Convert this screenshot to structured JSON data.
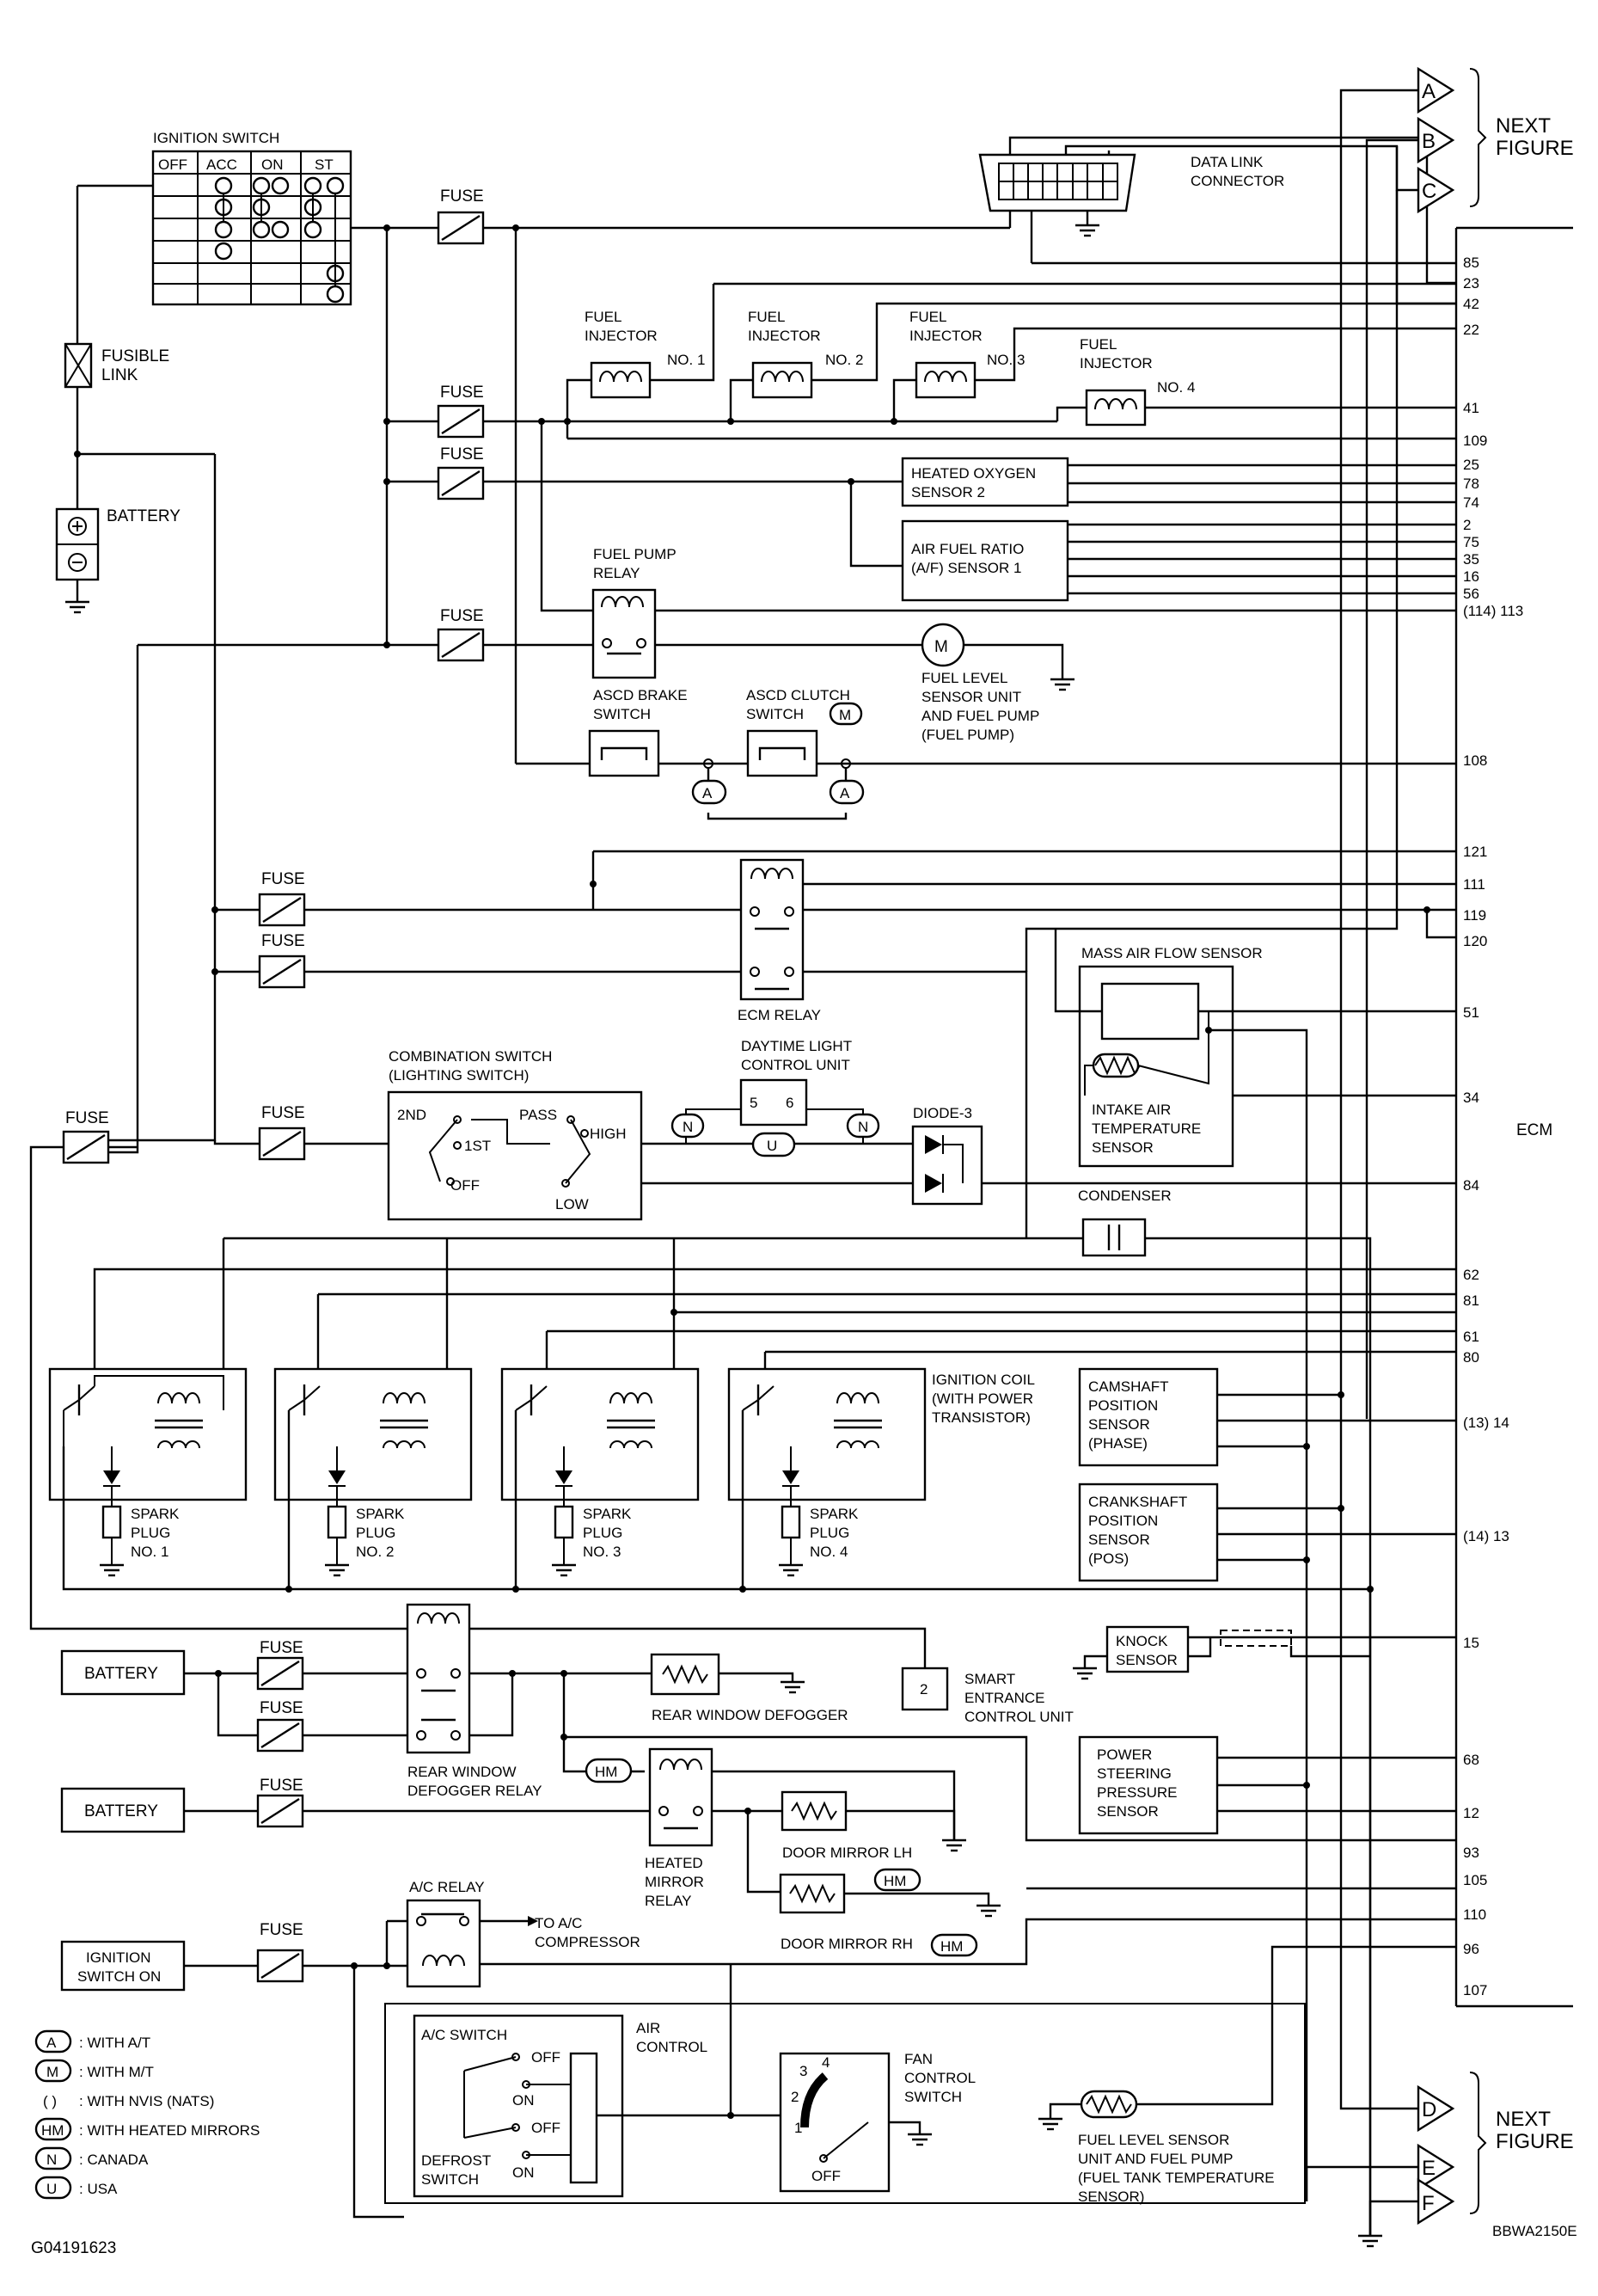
{
  "ignition_switch": {
    "title": "IGNITION SWITCH",
    "positions": [
      "OFF",
      "ACC",
      "ON",
      "ST"
    ]
  },
  "labels": {
    "fusible_link": [
      "FUSIBLE",
      "LINK"
    ],
    "battery": "BATTERY",
    "fuse": "FUSE",
    "data_link_connector": [
      "DATA LINK",
      "CONNECTOR"
    ],
    "next_figure": [
      "NEXT",
      "FIGURE"
    ],
    "fuel_injector_1": [
      "FUEL",
      "INJECTOR",
      "NO. 1"
    ],
    "fuel_injector_2": [
      "FUEL",
      "INJECTOR",
      "NO. 2"
    ],
    "fuel_injector_3": [
      "FUEL",
      "INJECTOR",
      "NO. 3"
    ],
    "fuel_injector_4": [
      "FUEL",
      "INJECTOR",
      "NO. 4"
    ],
    "heated_oxygen_sensor_2": [
      "HEATED OXYGEN",
      "SENSOR 2"
    ],
    "af_sensor_1": [
      "AIR FUEL RATIO",
      "(A/F) SENSOR 1"
    ],
    "fuel_pump_relay": [
      "FUEL PUMP",
      "RELAY"
    ],
    "fuel_level_sensor": [
      "FUEL LEVEL",
      "SENSOR UNIT",
      "AND FUEL PUMP",
      "(FUEL PUMP)"
    ],
    "ascd_brake_switch": [
      "ASCD BRAKE",
      "SWITCH"
    ],
    "ascd_clutch_switch": [
      "ASCD CLUTCH",
      "SWITCH"
    ],
    "ecm_relay": "ECM RELAY",
    "mass_air_flow_sensor": "MASS AIR FLOW SENSOR",
    "intake_air_temp_sensor": [
      "INTAKE AIR",
      "TEMPERATURE",
      "SENSOR"
    ],
    "combination_switch": [
      "COMBINATION SWITCH",
      "(LIGHTING SWITCH)"
    ],
    "combo_positions": [
      "2ND",
      "1ST",
      "OFF",
      "PASS",
      "HIGH",
      "LOW"
    ],
    "daytime_light": [
      "DAYTIME LIGHT",
      "CONTROL UNIT"
    ],
    "daytime_pins": [
      "5",
      "6"
    ],
    "diode_3": "DIODE-3",
    "condenser": "CONDENSER",
    "ecm": "ECM",
    "ignition_coil": [
      "IGNITION COIL",
      "(WITH POWER",
      "TRANSISTOR)"
    ],
    "spark_plug_1": [
      "SPARK",
      "PLUG",
      "NO. 1"
    ],
    "spark_plug_2": [
      "SPARK",
      "PLUG",
      "NO. 2"
    ],
    "spark_plug_3": [
      "SPARK",
      "PLUG",
      "NO. 3"
    ],
    "spark_plug_4": [
      "SPARK",
      "PLUG",
      "NO. 4"
    ],
    "camshaft_sensor": [
      "CAMSHAFT",
      "POSITION",
      "SENSOR",
      "(PHASE)"
    ],
    "crankshaft_sensor": [
      "CRANKSHAFT",
      "POSITION",
      "SENSOR",
      "(POS)"
    ],
    "knock_sensor": [
      "KNOCK",
      "SENSOR"
    ],
    "smart_entrance": [
      "SMART",
      "ENTRANCE",
      "CONTROL UNIT"
    ],
    "smart_entrance_pin": "2",
    "rear_window_defogger": "REAR WINDOW DEFOGGER",
    "rear_window_defogger_relay": [
      "REAR WINDOW",
      "DEFOGGER RELAY"
    ],
    "power_steering_sensor": [
      "POWER",
      "STEERING",
      "PRESSURE",
      "SENSOR"
    ],
    "heated_mirror_relay": [
      "HEATED",
      "MIRROR",
      "RELAY"
    ],
    "door_mirror_lh": "DOOR MIRROR LH",
    "door_mirror_rh": "DOOR MIRROR RH",
    "ac_relay": "A/C RELAY",
    "to_ac_compressor": [
      "TO A/C",
      "COMPRESSOR"
    ],
    "ignition_switch_on": [
      "IGNITION",
      "SWITCH ON"
    ],
    "ac_switch": "A/C SWITCH",
    "air_control": [
      "AIR",
      "CONTROL"
    ],
    "defrost_switch": [
      "DEFROST",
      "SWITCH"
    ],
    "on": "ON",
    "off": "OFF",
    "fan_control_switch": [
      "FAN",
      "CONTROL",
      "SWITCH"
    ],
    "fan_positions": [
      "1",
      "2",
      "3",
      "4",
      "OFF"
    ],
    "fuel_tank_temp": [
      "FUEL LEVEL SENSOR",
      "UNIT AND FUEL PUMP",
      "(FUEL TANK TEMPERATURE",
      "SENSOR)"
    ]
  },
  "badges": {
    "A": "A",
    "M": "M",
    "N": "N",
    "U": "U",
    "HM": "HM"
  },
  "connectors": [
    "A",
    "B",
    "C",
    "D",
    "E",
    "F"
  ],
  "ecm_pins": [
    "85",
    "23",
    "42",
    "22",
    "41",
    "109",
    "25",
    "78",
    "74",
    "2",
    "75",
    "35",
    "16",
    "56",
    "(114) 113",
    "108",
    "121",
    "111",
    "119",
    "120",
    "51",
    "34",
    "84",
    "62",
    "81",
    "61",
    "80",
    "(13) 14",
    "(14) 13",
    "15",
    "68",
    "12",
    "93",
    "105",
    "110",
    "96",
    "107"
  ],
  "legend": [
    {
      "badge": "A",
      "text": ": WITH A/T"
    },
    {
      "badge": "M",
      "text": ": WITH M/T"
    },
    {
      "badge": "( )",
      "text": ": WITH NVIS (NATS)"
    },
    {
      "badge": "HM",
      "text": ": WITH HEATED MIRRORS"
    },
    {
      "badge": "N",
      "text": ": CANADA"
    },
    {
      "badge": "U",
      "text": ": USA"
    }
  ],
  "footer": {
    "left_code": "G04191623",
    "right_code": "BBWA2150E"
  }
}
